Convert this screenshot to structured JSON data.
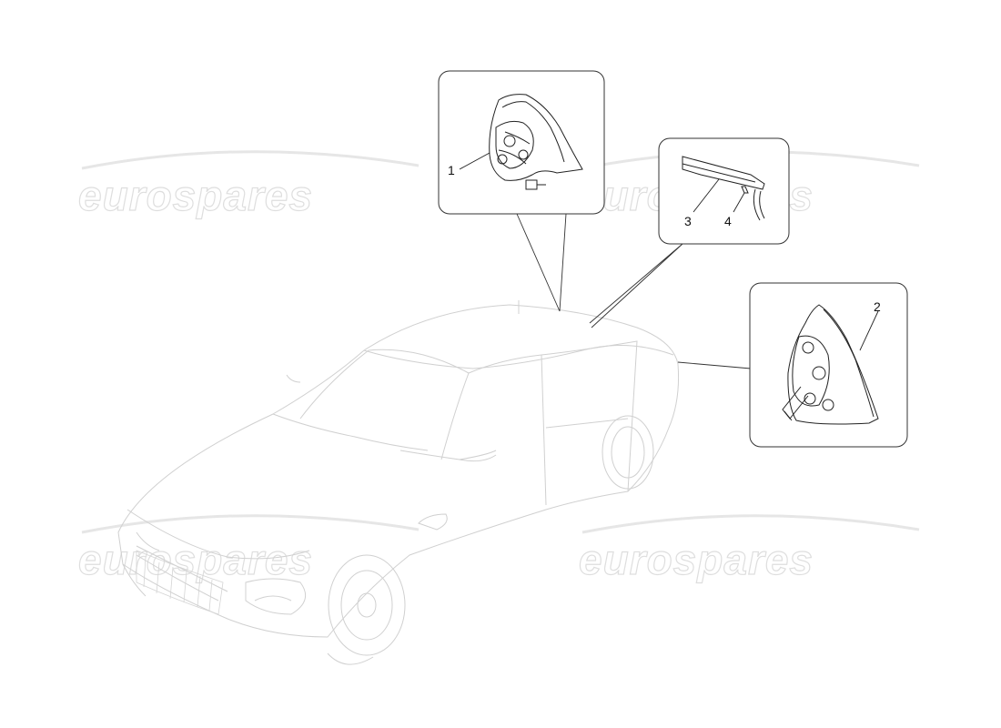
{
  "watermarks": [
    "eurospares",
    "eurospares",
    "eurospares",
    "eurospares"
  ],
  "callouts": {
    "c1": "1",
    "c2": "2",
    "c3": "3",
    "c4": "4"
  }
}
